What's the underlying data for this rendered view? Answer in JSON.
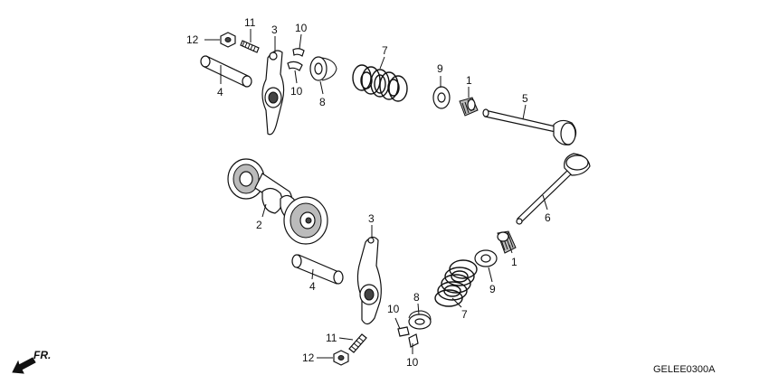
{
  "diagram": {
    "code": "GELEE0300A",
    "front_label": "FR.",
    "callouts": [
      {
        "id": "c-12-top",
        "text": "12"
      },
      {
        "id": "c-11-top",
        "text": "11"
      },
      {
        "id": "c-3-top",
        "text": "3"
      },
      {
        "id": "c-10-top-a",
        "text": "10"
      },
      {
        "id": "c-10-top-b",
        "text": "10"
      },
      {
        "id": "c-4-top",
        "text": "4"
      },
      {
        "id": "c-8-top",
        "text": "8"
      },
      {
        "id": "c-7-top",
        "text": "7"
      },
      {
        "id": "c-9-top",
        "text": "9"
      },
      {
        "id": "c-1-top",
        "text": "1"
      },
      {
        "id": "c-5",
        "text": "5"
      },
      {
        "id": "c-2",
        "text": "2"
      },
      {
        "id": "c-6",
        "text": "6"
      },
      {
        "id": "c-3-bot",
        "text": "3"
      },
      {
        "id": "c-1-bot",
        "text": "1"
      },
      {
        "id": "c-9-bot",
        "text": "9"
      },
      {
        "id": "c-4-bot",
        "text": "4"
      },
      {
        "id": "c-8-bot",
        "text": "8"
      },
      {
        "id": "c-10-bot-a",
        "text": "10"
      },
      {
        "id": "c-7-bot",
        "text": "7"
      },
      {
        "id": "c-11-bot",
        "text": "11"
      },
      {
        "id": "c-12-bot",
        "text": "12"
      },
      {
        "id": "c-10-bot-b",
        "text": "10"
      }
    ]
  }
}
